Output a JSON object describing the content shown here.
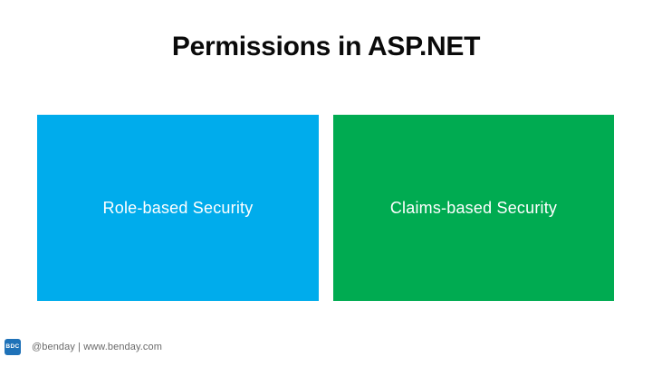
{
  "slide": {
    "title": "Permissions in ASP.NET",
    "title_color": "#0A0A0A",
    "background": "#FFFFFF",
    "boxes": [
      {
        "label": "Role-based Security",
        "fill": "#00ACEC",
        "text_color": "#FFFFFF"
      },
      {
        "label": "Claims-based Security",
        "fill": "#00AB51",
        "text_color": "#FFFFFF"
      }
    ],
    "footer": {
      "logo_text": "BDC",
      "logo_fill": "#1F72B8",
      "logo_text_color": "#FFFFFF",
      "handle_text": "@benday | www.benday.com",
      "text_color": "#6A6A6A"
    }
  }
}
